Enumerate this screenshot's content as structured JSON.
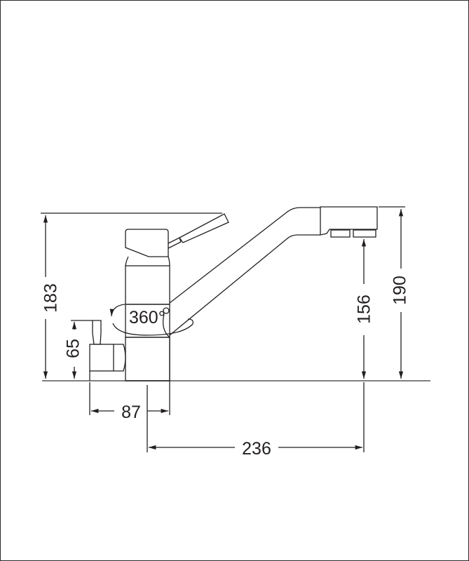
{
  "drawing": {
    "subject": "faucet side elevation",
    "colors": {
      "line": "#231f20",
      "floor": "#808080",
      "background": "#ffffff",
      "border": "#2b2b2b"
    }
  },
  "dimensions": {
    "overall_height": "183",
    "spout_total_height": "190",
    "outlet_height": "156",
    "side_valve_height": "65",
    "base_to_valve_width": "87",
    "spout_reach": "236"
  },
  "annotations": {
    "rotation": "360°"
  }
}
